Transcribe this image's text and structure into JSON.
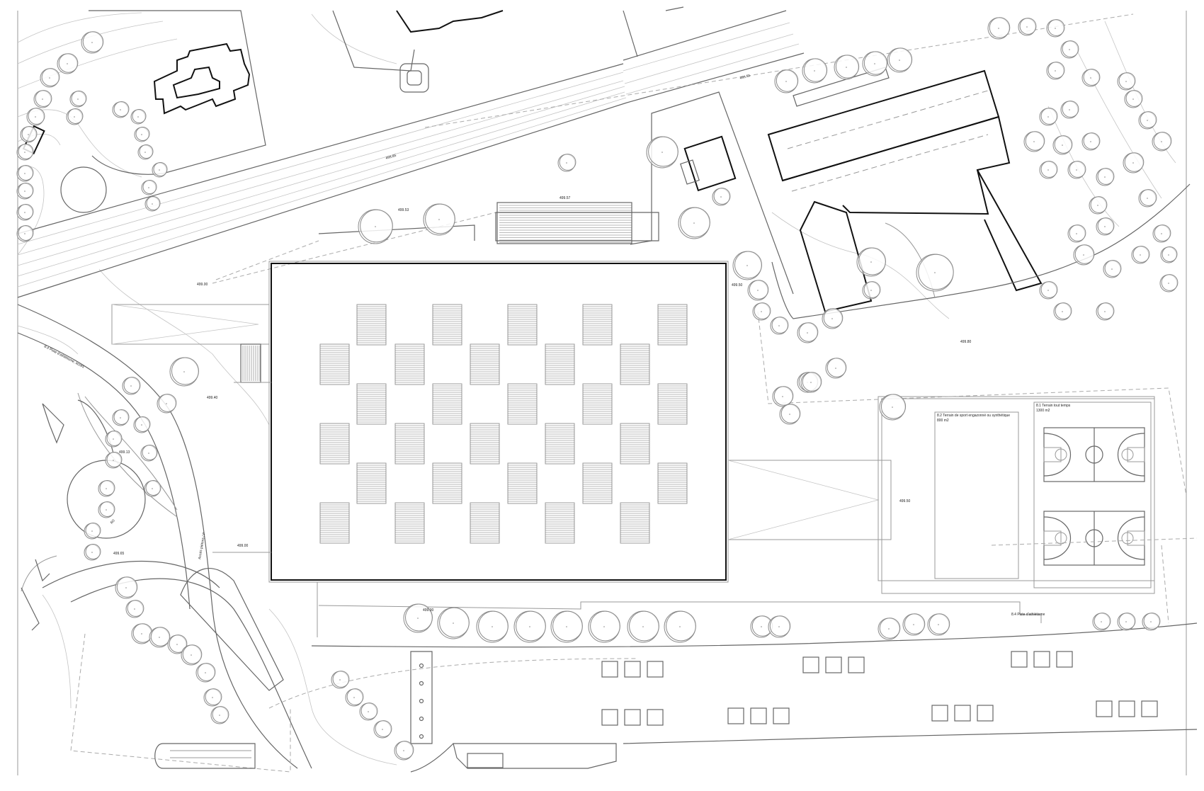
{
  "elevations": {
    "road_top": "499.85",
    "top_center": "499.51",
    "stand": "499.57",
    "left_upper": "499.53",
    "left_mid": "499.00",
    "left_panel": "499.40",
    "left_low": "499.13",
    "left_bottom": "499.65",
    "road_mid": "499.00",
    "hall_right": "499.50",
    "right_mid": "499.80",
    "annex": "499.50",
    "bottom_promenade": "499.00"
  },
  "labels": {
    "sports_field_title": "8.2 Terrain de sport engazonné ou synthétique",
    "sports_field_area": "800 m2",
    "courts_title": "8.1 Terrain tout temps",
    "courts_area": "1300 m2",
    "athletics_path": "8.4 Piste d'athlétisme",
    "access_path_left": "8.4 Piste d'athlétisme, accès",
    "access_path_lower": "Accès piétons / P",
    "roundabout": "R0"
  },
  "colors": {
    "line": "#111111",
    "secondary": "#666666",
    "light": "#aaaaaa"
  }
}
